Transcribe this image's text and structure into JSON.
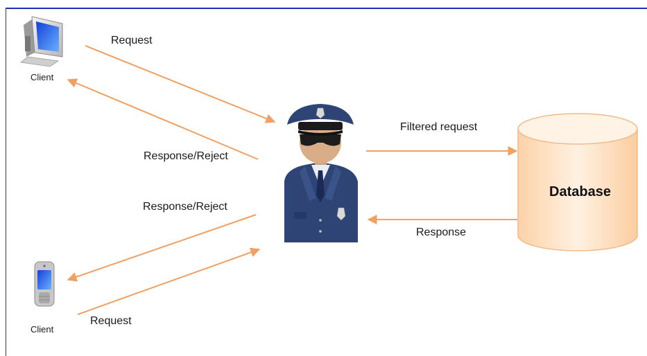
{
  "clients": [
    {
      "label": "Client",
      "device": "desktop-computer-icon"
    },
    {
      "label": "Client",
      "device": "mobile-phone-icon"
    }
  ],
  "proxy": {
    "icon": "police-officer-icon"
  },
  "database": {
    "label": "Database"
  },
  "edges": {
    "top_request": "Request",
    "top_response": "Response/Reject",
    "bottom_response": "Response/Reject",
    "bottom_request": "Request",
    "filtered_request": "Filtered request",
    "db_response": "Response"
  },
  "colors": {
    "arrow": "#f0a062",
    "frame_top": "#1c2db8",
    "database_fill": "#fde0c2",
    "database_stroke": "#f3b987",
    "uniform": "#2e4474"
  }
}
